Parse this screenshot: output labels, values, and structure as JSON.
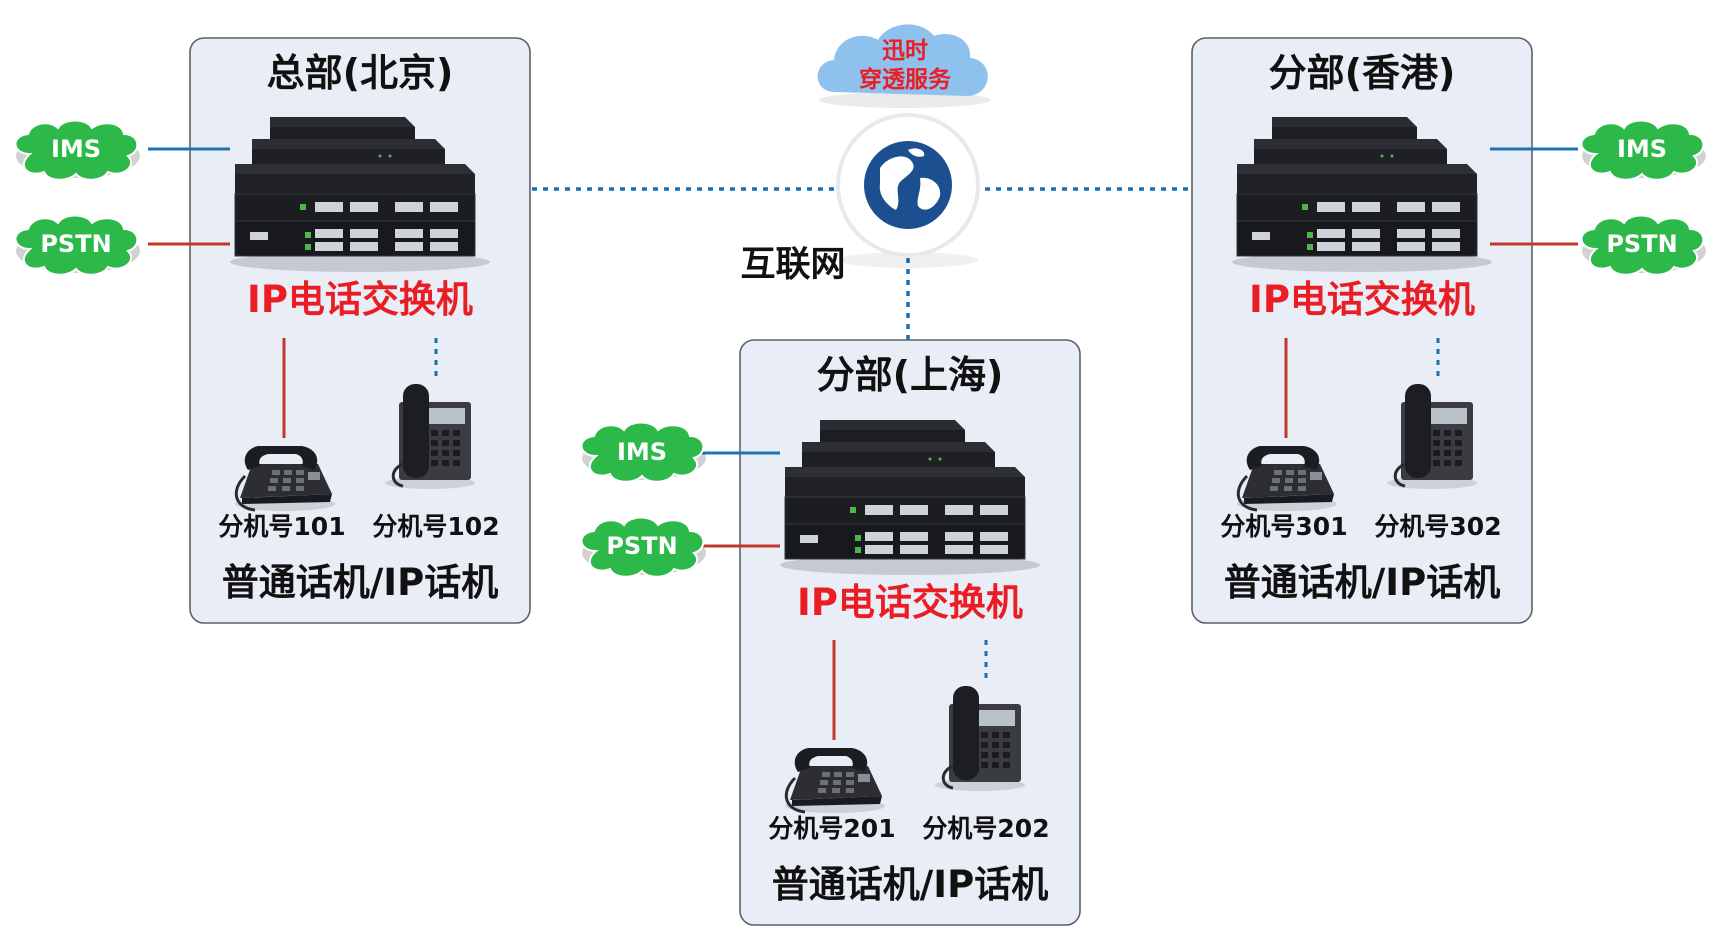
{
  "internet": {
    "label": "互联网",
    "service_line1": "迅时",
    "service_line2": "穿透服务",
    "globe_icon": "globe-icon",
    "service_cloud_icon": "cloud-icon"
  },
  "sites": [
    {
      "title": "总部(北京)",
      "pbx_label": "IP电话交换机",
      "ims_label": "IMS",
      "pstn_label": "PSTN",
      "ext_analog": "分机号101",
      "ext_ip": "分机号102",
      "phones_label": "普通话机/IP话机"
    },
    {
      "title": "分部(上海)",
      "pbx_label": "IP电话交换机",
      "ims_label": "IMS",
      "pstn_label": "PSTN",
      "ext_analog": "分机号201",
      "ext_ip": "分机号202",
      "phones_label": "普通话机/IP话机"
    },
    {
      "title": "分部(香港)",
      "pbx_label": "IP电话交换机",
      "ims_label": "IMS",
      "pstn_label": "PSTN",
      "ext_analog": "分机号301",
      "ext_ip": "分机号302",
      "phones_label": "普通话机/IP话机"
    }
  ],
  "colors": {
    "ims_cloud": "#2db84a",
    "service_cloud": "#8ec1ee",
    "pbx_label": "#ea1c24",
    "ip_link": "#1d72b8",
    "analog_link": "#c0392b",
    "box_fill": "#e9edf6"
  }
}
